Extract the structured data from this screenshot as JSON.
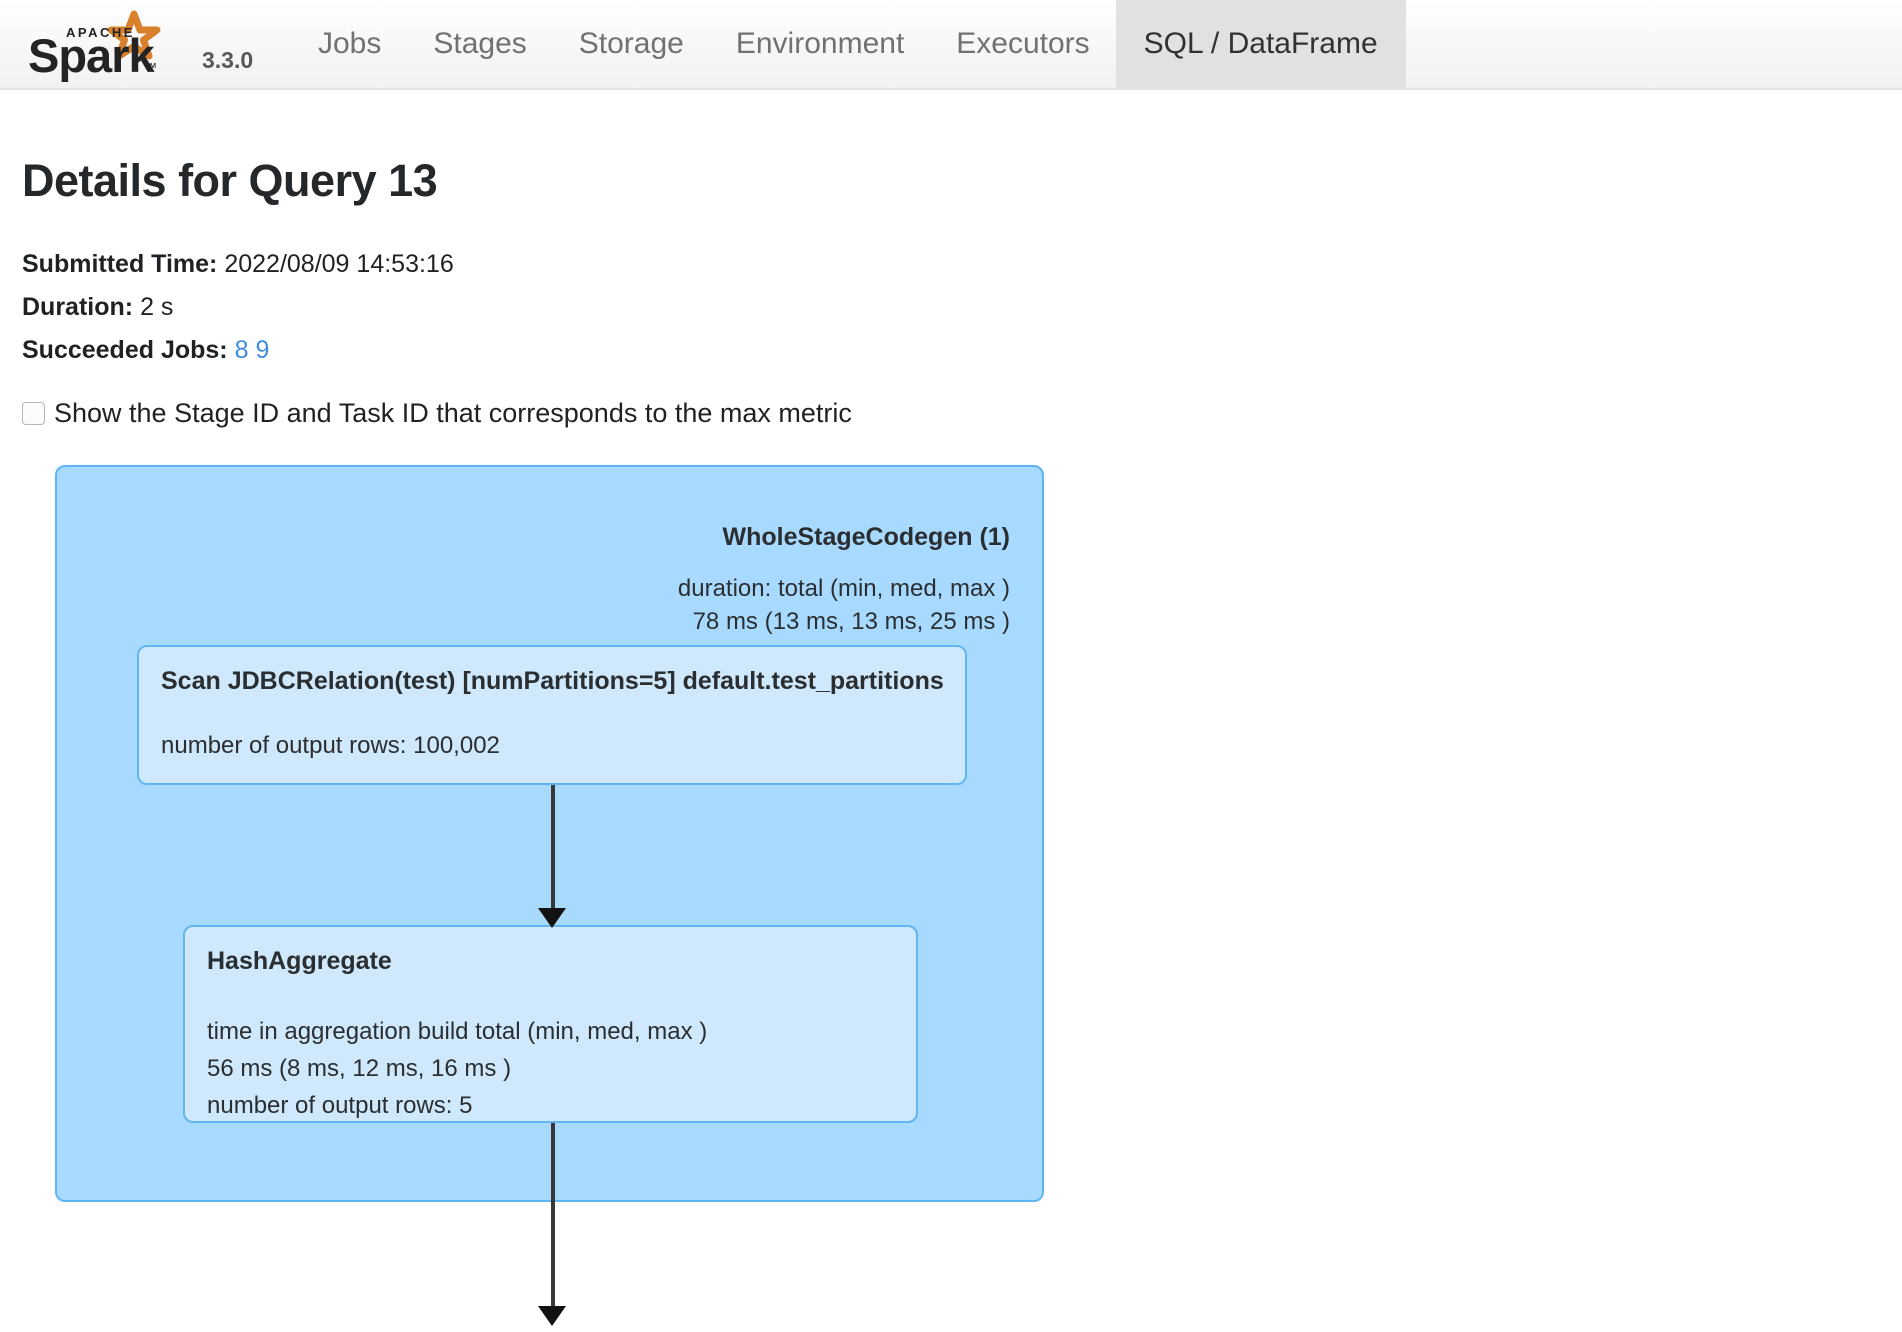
{
  "navbar": {
    "brand": {
      "apache_text": "APACHE",
      "spark_text": "Spark",
      "version": "3.3.0",
      "star_color": "#d9802c",
      "wordmark_color": "#232323"
    },
    "tabs": [
      {
        "label": "Jobs",
        "active": false
      },
      {
        "label": "Stages",
        "active": false
      },
      {
        "label": "Storage",
        "active": false
      },
      {
        "label": "Environment",
        "active": false
      },
      {
        "label": "Executors",
        "active": false
      },
      {
        "label": "SQL / DataFrame",
        "active": true
      }
    ]
  },
  "header": {
    "title": "Details for Query 13",
    "submitted_time_label": "Submitted Time:",
    "submitted_time_value": "2022/08/09 14:53:16",
    "duration_label": "Duration:",
    "duration_value": "2 s",
    "succeeded_jobs_label": "Succeeded Jobs:",
    "succeeded_jobs": [
      "8",
      "9"
    ],
    "link_color": "#3e8ddd"
  },
  "options": {
    "show_stage_task_id_label": "Show the Stage ID and Task ID that corresponds to the max metric",
    "show_stage_task_id_checked": false
  },
  "plan": {
    "cluster": {
      "title": "WholeStageCodegen (1)",
      "metric_label": "duration: total (min, med, max )",
      "metric_value": "78 ms (13 ms, 13 ms, 25 ms )",
      "fill": "#a8daff",
      "stroke": "#60b4ef"
    },
    "nodes": [
      {
        "id": "scan",
        "title": "Scan JDBCRelation(test) [numPartitions=5] default.test_partitions",
        "metrics": [
          "number of output rows: 100,002"
        ],
        "fill": "#cfe8fb",
        "stroke": "#62b5ef"
      },
      {
        "id": "hashaggregate",
        "title": "HashAggregate",
        "metrics": [
          "time in aggregation build total (min, med, max )",
          "56 ms (8 ms, 12 ms, 16 ms )",
          "number of output rows: 5"
        ],
        "fill": "#cfe8fb",
        "stroke": "#62b5ef"
      }
    ],
    "edges": [
      {
        "from": "scan",
        "to": "hashaggregate"
      },
      {
        "from": "hashaggregate",
        "to": "below"
      }
    ],
    "edge_color": "#393939"
  }
}
